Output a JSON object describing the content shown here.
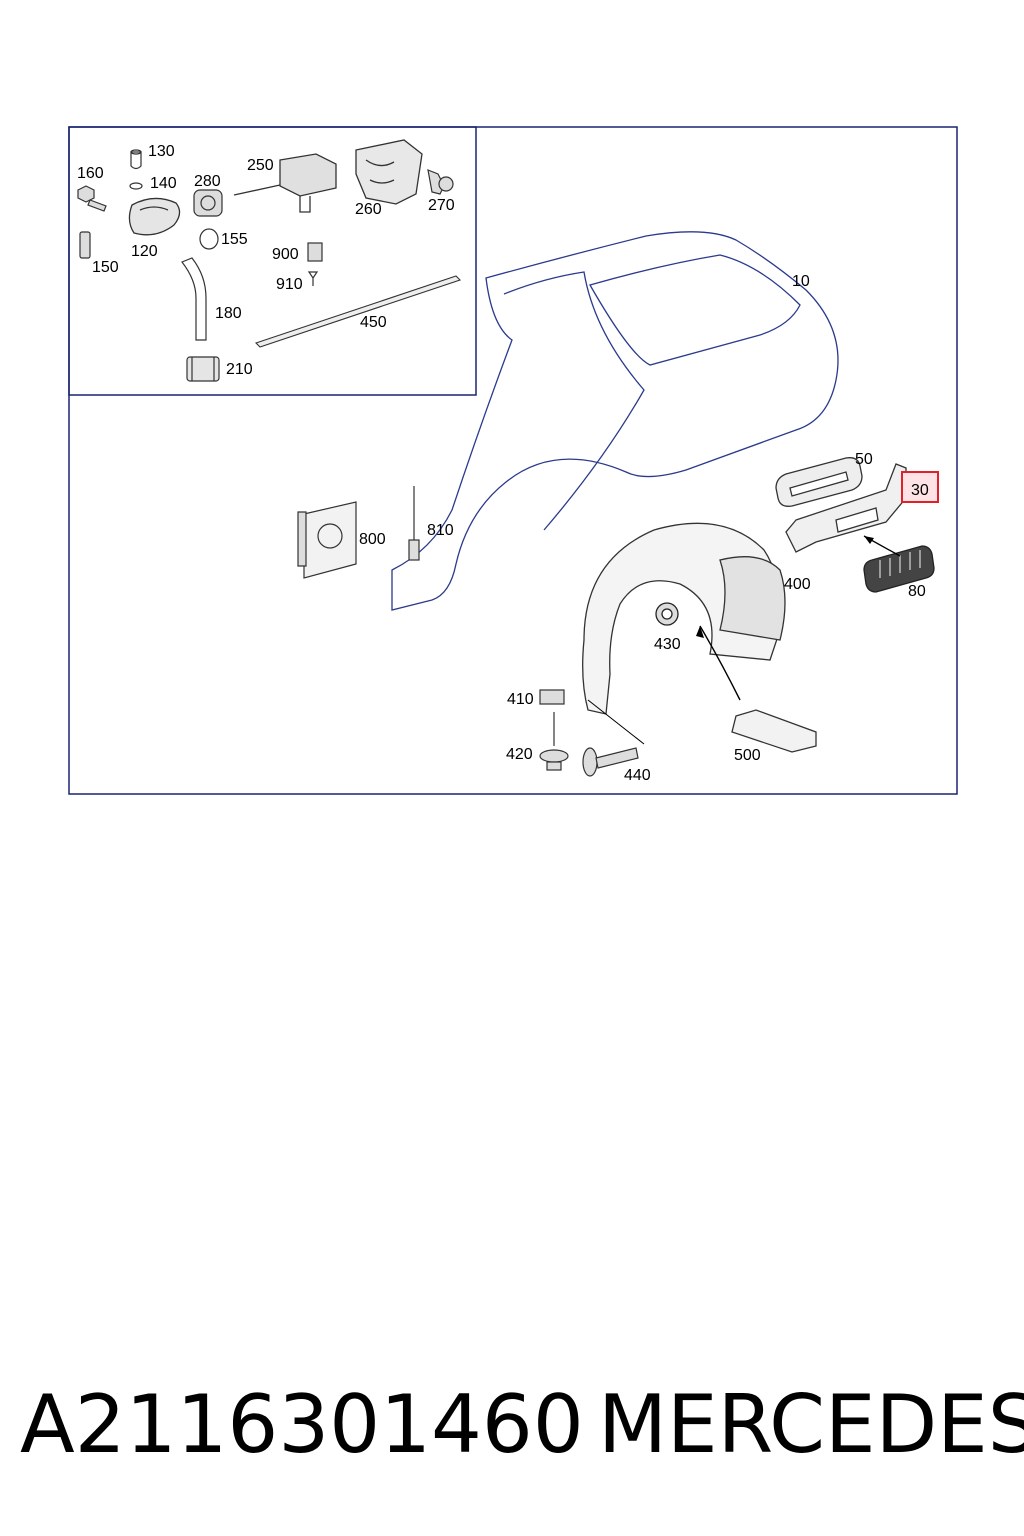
{
  "labels": {
    "p10": "10",
    "p30": "30",
    "p50": "50",
    "p80": "80",
    "p120": "120",
    "p130": "130",
    "p140": "140",
    "p150": "150",
    "p155": "155",
    "p160": "160",
    "p180": "180",
    "p210": "210",
    "p250": "250",
    "p260": "260",
    "p270": "270",
    "p280": "280",
    "p400": "400",
    "p410": "410",
    "p420": "420",
    "p430": "430",
    "p440": "440",
    "p450": "450",
    "p500": "500",
    "p800": "800",
    "p810": "810",
    "p900": "900",
    "p910": "910"
  },
  "highlight": {
    "part": "30",
    "color": "#e0202a",
    "fill": "#fde3e6"
  },
  "colors": {
    "frame": "#1a2470",
    "line": "#2b3a8c",
    "part": "#555555"
  },
  "caption": {
    "part_number": "A2116301460",
    "brand": "MERCEDES"
  }
}
